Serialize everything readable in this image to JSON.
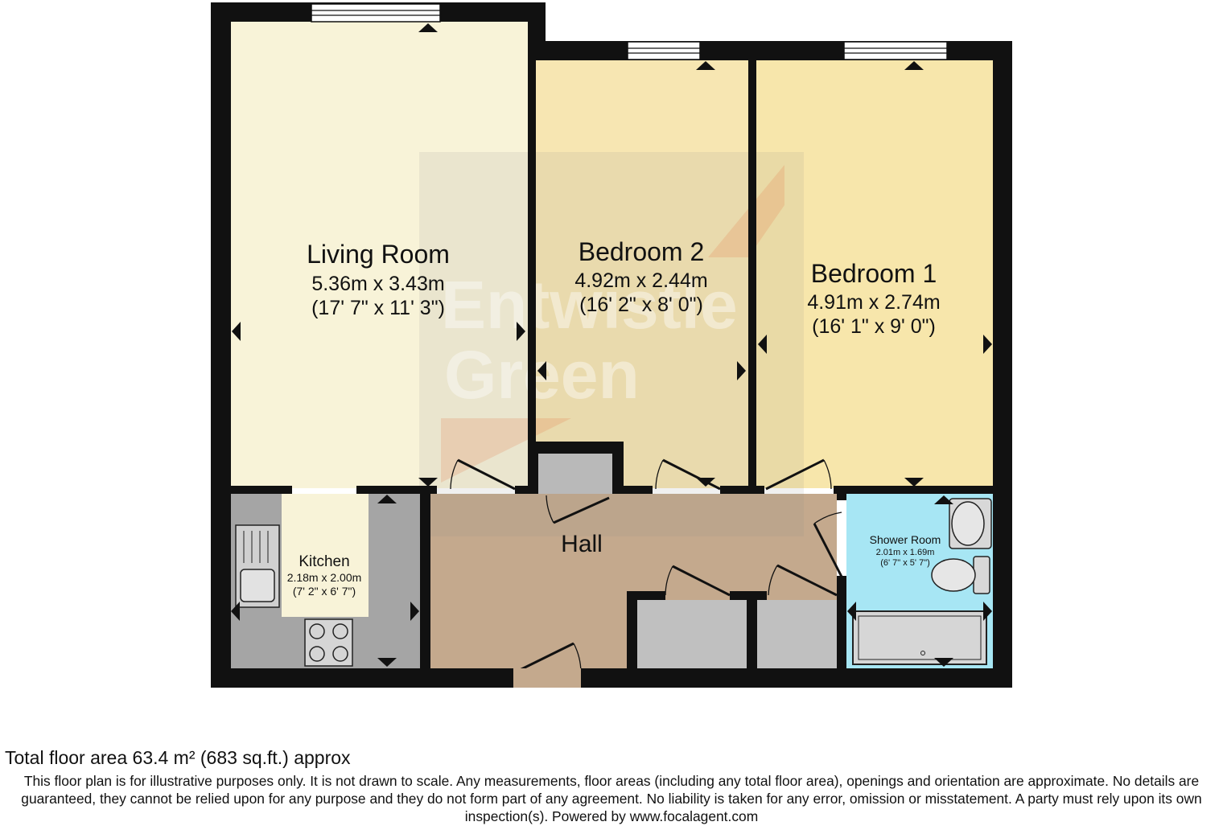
{
  "floorplan": {
    "watermark": {
      "line1": "Entwistle",
      "line2": "Green"
    },
    "rooms": {
      "living_room": {
        "name": "Living Room",
        "metric": "5.36m x 3.43m",
        "imperial": "(17' 7\" x 11' 3\")"
      },
      "bedroom_2": {
        "name": "Bedroom 2",
        "metric": "4.92m x 2.44m",
        "imperial": "(16' 2\" x 8' 0\")"
      },
      "bedroom_1": {
        "name": "Bedroom 1",
        "metric": "4.91m x 2.74m",
        "imperial": "(16' 1\" x 9' 0\")"
      },
      "kitchen": {
        "name": "Kitchen",
        "metric": "2.18m x 2.00m",
        "imperial": "(7' 2\" x 6' 7\")"
      },
      "hall": {
        "name": "Hall"
      },
      "shower_room": {
        "name": "Shower Room",
        "metric": "2.01m x 1.69m",
        "imperial": "(6' 7\" x 5' 7\")"
      }
    },
    "colors": {
      "wall": "#111111",
      "living_room": "#f8f3d8",
      "kitchen_corridor": "#f8f3d8",
      "bedroom_2": "#f7e6b2",
      "bedroom_1": "#f7e6ab",
      "kitchen_counter": "#a5a5a5",
      "hall": "#c4a98d",
      "storage": "#c0c0c0",
      "shower_room": "#a7e6f4"
    }
  },
  "footer": {
    "total_area": "Total floor area 63.4 m² (683 sq.ft.) approx",
    "disclaimer": "This floor plan is for illustrative purposes only. It is not drawn to scale. Any measurements, floor areas (including any total floor area), openings and orientation are approximate. No details are guaranteed, they cannot be relied upon for any purpose and they do not form part of any agreement. No liability is taken for any error, omission or misstatement. A party must rely upon its own inspection(s). Powered by www.focalagent.com"
  }
}
